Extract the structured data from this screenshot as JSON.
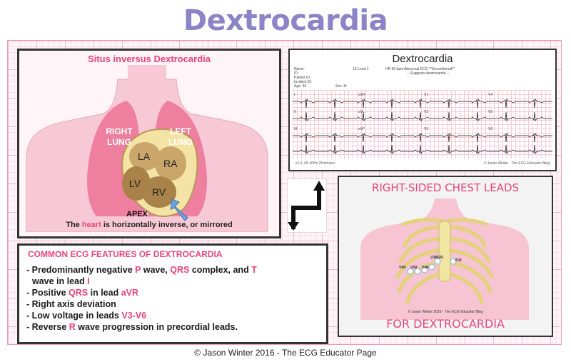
{
  "title": "Dextrocardia",
  "situs": {
    "title": "Situs inversus Dextrocardia",
    "right_lung": "RIGHT LUNG",
    "left_lung": "LEFT LUNG",
    "chambers": {
      "la": "LA",
      "ra": "RA",
      "lv": "LV",
      "rv": "RV"
    },
    "apex": "APEX",
    "caption_pre": "The",
    "caption_highlight": "heart",
    "caption_post": "is horizontally inverse, or mirrored"
  },
  "ecg": {
    "title": "Dextrocardia",
    "header": {
      "name": "Name:",
      "id": "ID:",
      "patient_id": "Patient ID:",
      "incident_id": "Incident ID:",
      "age": "Age: 30",
      "sex": "Sex: M",
      "lead_mode": "12-Lead 1",
      "hr": "HR 60 bpm",
      "interpretation": "Abnormal ECG **Unconfirmed**",
      "suggestion": "-- Suggests dextrocardia --"
    },
    "lead_labels": [
      "I",
      "aVR",
      "V1",
      "V4",
      "II",
      "aVL",
      "V2",
      "V5",
      "III",
      "aVF",
      "V3",
      "V6"
    ],
    "footer_left": "x1.0    .05-40Hz 25mm/sec",
    "footer_right": "© Jason Winter · The ECG Educator Blog"
  },
  "features": {
    "title": "COMMON ECG FEATURES OF DEXTROCARDIA",
    "item1_a": "- Predominantly negative ",
    "item1_p": "P",
    "item1_b": " wave, ",
    "item1_qrs": "QRS",
    "item1_c": " complex, and ",
    "item1_t": "T",
    "item1_d": "wave in lead ",
    "item1_lead": "I",
    "item2_a": "- Positive ",
    "item2_qrs": "QRS",
    "item2_b": " in lead ",
    "item2_lead": "aVR",
    "item3": "- Right axis deviation",
    "item4_a": "- Low voltage in leads ",
    "item4_leads": "V3-V6",
    "item5_a": "- Reverse ",
    "item5_r": "R",
    "item5_b": " wave progression in precordial leads."
  },
  "chest": {
    "title": "RIGHT-SIDED CHEST LEADS",
    "subtitle": "FOR DEXTROCARDIA",
    "copyright": "© Jason Winter 2016 - The ECG Educator Blog",
    "leads": [
      "V6R",
      "V5R",
      "V4R",
      "V3R",
      "V2R",
      "V1R"
    ]
  },
  "footer": "© Jason Winter 2016 - The ECG Educator Page",
  "colors": {
    "accent": "#e8457a",
    "title": "#8c84c6",
    "heart": "#f3e4a6",
    "muscle": "#caa66a"
  }
}
